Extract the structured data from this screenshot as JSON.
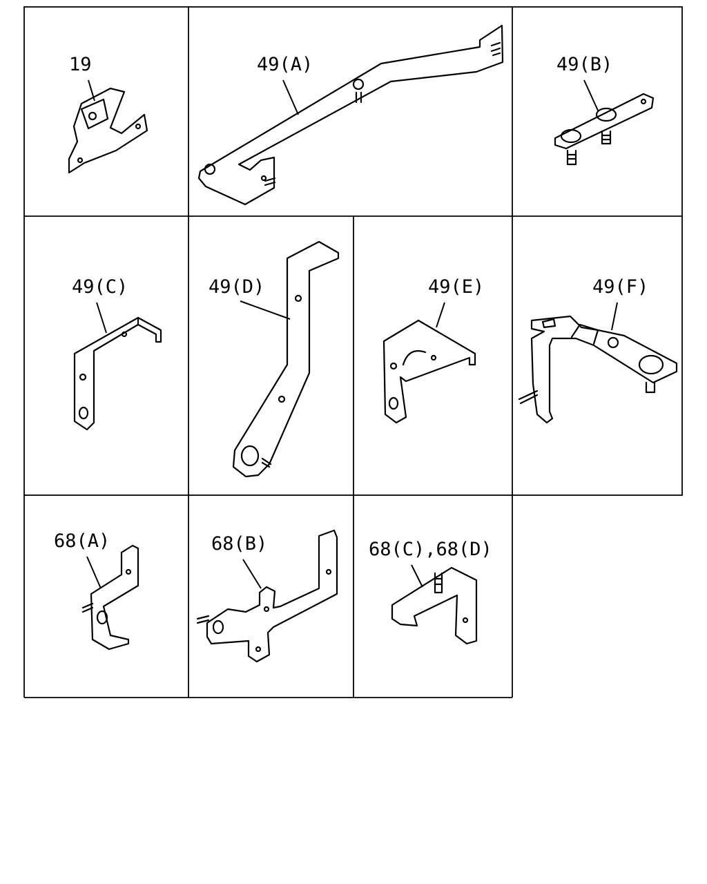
{
  "labels": {
    "p19": "19",
    "p49a": "49(A)",
    "p49b": "49(B)",
    "p49c": "49(C)",
    "p49d": "49(D)",
    "p49e": "49(E)",
    "p49f": "49(F)",
    "p68a": "68(A)",
    "p68b": "68(B)",
    "p68cd": "68(C),68(D)"
  }
}
